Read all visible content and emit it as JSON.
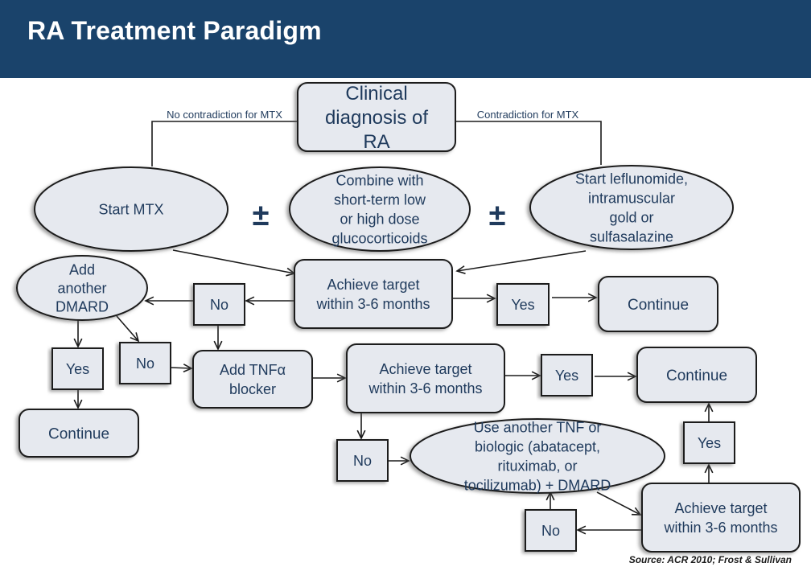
{
  "header": {
    "title": "RA Treatment Paradigm"
  },
  "branches": {
    "left_label": "No contradiction for MTX",
    "right_label": "Contradiction for MTX"
  },
  "combine_symbol": "±",
  "nodes": {
    "diagnosis": {
      "shape": "rounded-rect",
      "lines": [
        "Clinical",
        "diagnosis of",
        "RA"
      ]
    },
    "start_mtx": {
      "shape": "ellipse",
      "lines": [
        "Start MTX"
      ]
    },
    "glucocorticoids": {
      "shape": "ellipse",
      "lines": [
        "Combine with",
        "short-term low",
        "or high dose",
        "glucocorticoids"
      ]
    },
    "leflunomide": {
      "shape": "ellipse",
      "lines": [
        "Start leflunomide,",
        "intramuscular",
        "gold or",
        "sulfasalazine"
      ]
    },
    "target1": {
      "shape": "rounded-rect",
      "lines": [
        "Achieve target",
        "within 3-6 months"
      ]
    },
    "no1": {
      "shape": "box",
      "lines": [
        "No"
      ]
    },
    "yes1": {
      "shape": "box",
      "lines": [
        "Yes"
      ]
    },
    "continue1": {
      "shape": "rounded-rect",
      "lines": [
        "Continue"
      ]
    },
    "add_dmard": {
      "shape": "ellipse",
      "lines": [
        "Add",
        "another",
        "DMARD"
      ]
    },
    "yes_dmard": {
      "shape": "box",
      "lines": [
        "Yes"
      ]
    },
    "no_dmard": {
      "shape": "box",
      "lines": [
        "No"
      ]
    },
    "continue_dmard": {
      "shape": "rounded-rect",
      "lines": [
        "Continue"
      ]
    },
    "add_tnf": {
      "shape": "rounded-rect",
      "lines": [
        "Add TNFα",
        "blocker"
      ]
    },
    "target2": {
      "shape": "rounded-rect",
      "lines": [
        "Achieve target",
        "within 3-6 months"
      ]
    },
    "yes2": {
      "shape": "box",
      "lines": [
        "Yes"
      ]
    },
    "continue2": {
      "shape": "rounded-rect",
      "lines": [
        "Continue"
      ]
    },
    "no2": {
      "shape": "box",
      "lines": [
        "No"
      ]
    },
    "another_biologic": {
      "shape": "ellipse",
      "lines": [
        "Use another TNF or",
        "biologic (abatacept,",
        "rituximab, or",
        "tocilizumab) + DMARD"
      ]
    },
    "target3": {
      "shape": "rounded-rect",
      "lines": [
        "Achieve target",
        "within 3-6 months"
      ]
    },
    "yes3": {
      "shape": "box",
      "lines": [
        "Yes"
      ]
    },
    "no3": {
      "shape": "box",
      "lines": [
        "No"
      ]
    }
  },
  "edges": [
    {
      "from": "diagnosis",
      "to": "start_mtx",
      "label": "No contradiction for MTX"
    },
    {
      "from": "diagnosis",
      "to": "leflunomide",
      "label": "Contradiction for MTX"
    },
    {
      "from": "start_mtx",
      "to": "target1"
    },
    {
      "from": "leflunomide",
      "to": "target1"
    },
    {
      "from": "target1",
      "to": "no1"
    },
    {
      "from": "target1",
      "to": "yes1"
    },
    {
      "from": "yes1",
      "to": "continue1"
    },
    {
      "from": "no1",
      "to": "add_dmard"
    },
    {
      "from": "no1",
      "to": "add_tnf"
    },
    {
      "from": "add_dmard",
      "to": "yes_dmard"
    },
    {
      "from": "add_dmard",
      "to": "no_dmard"
    },
    {
      "from": "yes_dmard",
      "to": "continue_dmard"
    },
    {
      "from": "no_dmard",
      "to": "add_tnf"
    },
    {
      "from": "add_tnf",
      "to": "target2"
    },
    {
      "from": "target2",
      "to": "yes2"
    },
    {
      "from": "yes2",
      "to": "continue2"
    },
    {
      "from": "target2",
      "to": "no2"
    },
    {
      "from": "no2",
      "to": "another_biologic"
    },
    {
      "from": "another_biologic",
      "to": "target3"
    },
    {
      "from": "target3",
      "to": "yes3"
    },
    {
      "from": "yes3",
      "to": "continue2"
    },
    {
      "from": "target3",
      "to": "no3"
    },
    {
      "from": "no3",
      "to": "another_biologic"
    }
  ],
  "source": "Source: ACR 2010; Frost & Sullivan",
  "colors": {
    "header_bg": "#1a436b",
    "node_fill": "#e6e9ef",
    "text": "#1f3a5c"
  }
}
